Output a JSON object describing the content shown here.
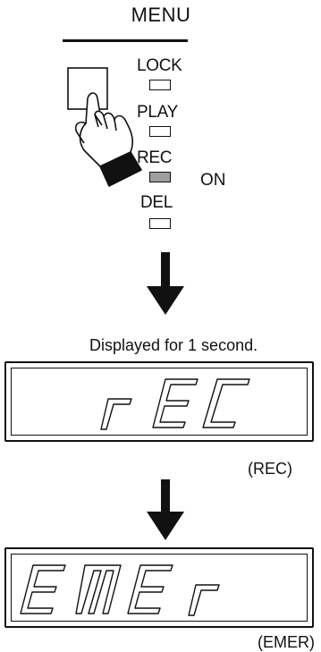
{
  "menu": {
    "title": "MENU",
    "modes": [
      {
        "label": "LOCK",
        "state": "off"
      },
      {
        "label": "PLAY",
        "state": "off"
      },
      {
        "label": "REC",
        "state": "on"
      },
      {
        "label": "DEL",
        "state": "off"
      }
    ],
    "on_label": "ON",
    "led_on_color": "#9e9e9e"
  },
  "step_caption": "Displayed for 1 second.",
  "displays": [
    {
      "segment_text": "rEC",
      "label": "(REC)"
    },
    {
      "segment_text": "EMEr",
      "label": "(EMER)"
    }
  ]
}
